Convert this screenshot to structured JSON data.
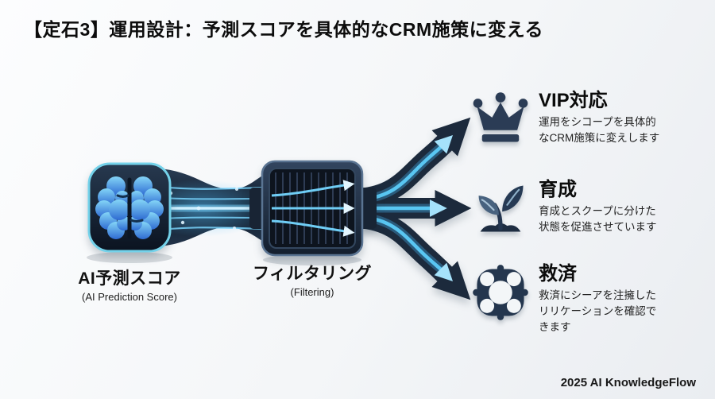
{
  "title": "【定石3】運用設計：予測スコアを具体的なCRM施策に変える",
  "flow": {
    "source": {
      "icon": "brain-icon",
      "label": "AI予測スコア",
      "sublabel": "(AI Prediction Score)"
    },
    "filter": {
      "icon": "filter-icon",
      "label": "フィルタリング",
      "sublabel": "(Filtering)"
    }
  },
  "outcomes": [
    {
      "icon": "crown-icon",
      "title": "VIP対応",
      "description": "運用をシコープを具体的\nなCRM施策に変えします"
    },
    {
      "icon": "sprout-icon",
      "title": "育成",
      "description": "育成とスクープに分けた\n状態を促進させています"
    },
    {
      "icon": "lifebuoy-icon",
      "title": "救済",
      "description": "救済にシーアを注擁した\nリリケーションを確認で\nきます"
    }
  ],
  "footer": "2025 AI KnowledgeFlow",
  "colors": {
    "background": "#f4f6f8",
    "dark_navy": "#1c2a3c",
    "accent_cyan": "#59c6f2",
    "brain_blue": "#3b82d6",
    "text": "#111111"
  }
}
